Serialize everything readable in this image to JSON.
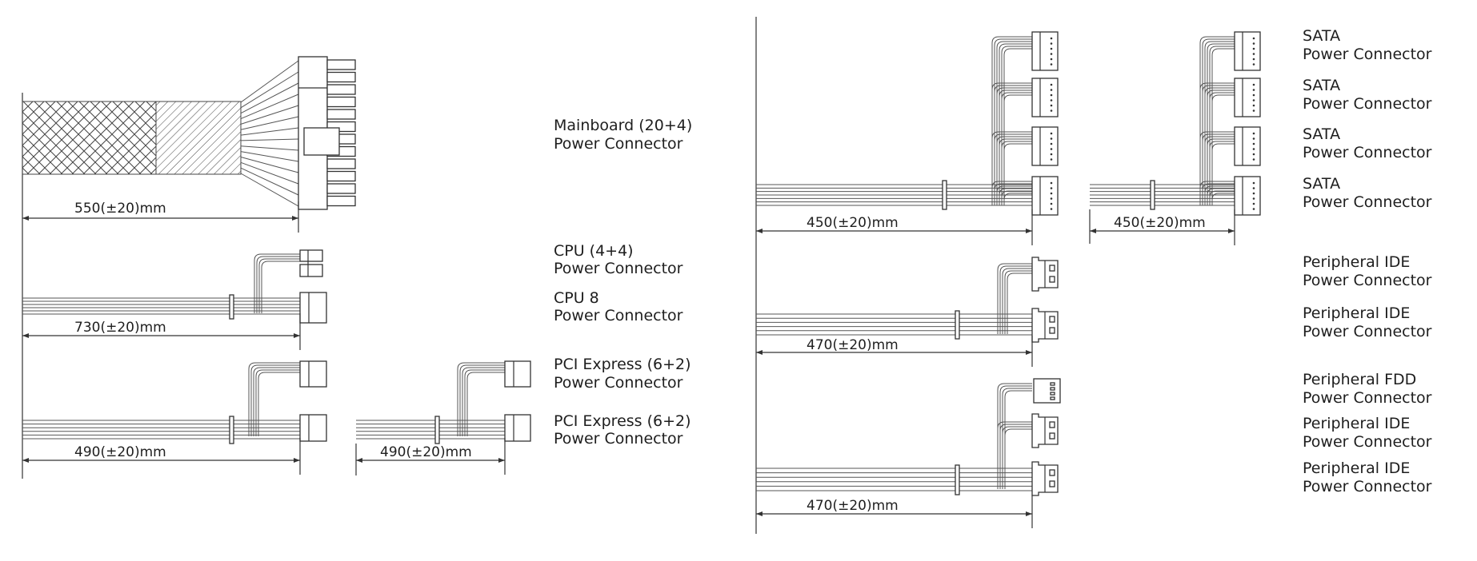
{
  "diagram": {
    "colors": {
      "line": "#333333",
      "wire": "#555555",
      "text": "#1e1e1e"
    },
    "left_cables": {
      "mainboard": {
        "label_line1": "Mainboard (20+4)",
        "label_line2": "Power Connector",
        "length": "550(±20)mm"
      },
      "cpu": {
        "label_44_line1": "CPU (4+4)",
        "label_44_line2": "Power Connector",
        "label_8_line1": "CPU 8",
        "label_8_line2": "Power Connector",
        "length": "730(±20)mm"
      },
      "pcie": {
        "label_a_line1": "PCI Express (6+2)",
        "label_a_line2": "Power Connector",
        "label_b_line1": "PCI Express (6+2)",
        "label_b_line2": "Power Connector",
        "length_1": "490(±20)mm",
        "length_2": "490(±20)mm"
      }
    },
    "right_cables": {
      "sata": {
        "labels": [
          {
            "line1": "SATA",
            "line2": "Power Connector"
          },
          {
            "line1": "SATA",
            "line2": "Power Connector"
          },
          {
            "line1": "SATA",
            "line2": "Power Connector"
          },
          {
            "line1": "SATA",
            "line2": "Power Connector"
          }
        ],
        "length_1": "450(±20)mm",
        "length_2": "450(±20)mm"
      },
      "ide": {
        "labels": [
          {
            "line1": "Peripheral IDE",
            "line2": "Power Connector"
          },
          {
            "line1": "Peripheral IDE",
            "line2": "Power Connector"
          }
        ],
        "length": "470(±20)mm"
      },
      "fdd_ide": {
        "labels": [
          {
            "line1": "Peripheral FDD",
            "line2": "Power Connector"
          },
          {
            "line1": "Peripheral IDE",
            "line2": "Power Connector"
          },
          {
            "line1": "Peripheral IDE",
            "line2": "Power Connector"
          }
        ],
        "length": "470(±20)mm"
      }
    }
  }
}
